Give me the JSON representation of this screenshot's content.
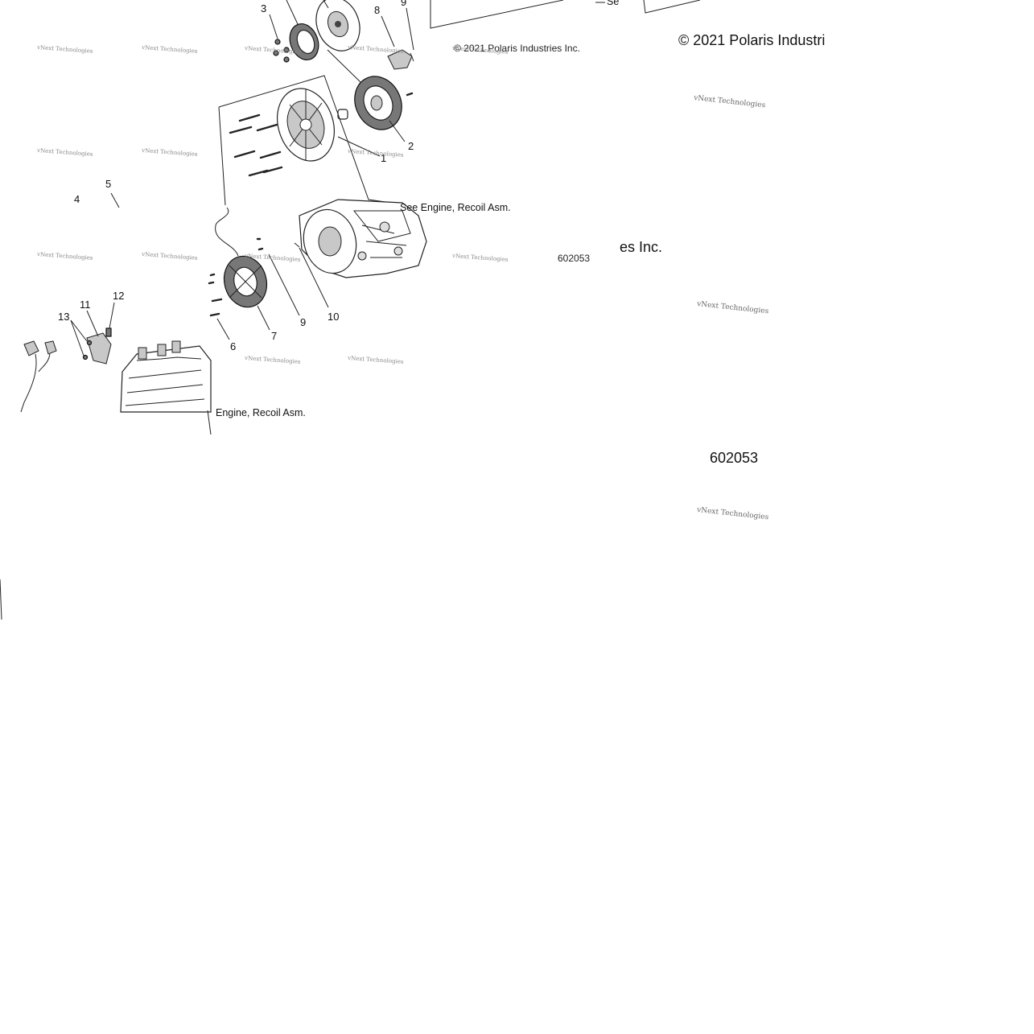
{
  "callouts": {
    "c1": "1",
    "c2": "2",
    "c3": "3",
    "c4": "4",
    "c5": "5",
    "c6": "6",
    "c7": "7",
    "c8": "8",
    "c9_top": "9",
    "c9_mid": "9",
    "c10": "10",
    "c11": "11",
    "c12": "12",
    "c13": "13"
  },
  "notes": {
    "see_engine_mid": "See Engine, Recoil Asm.",
    "see_engine_low": "Engine, Recoil Asm.",
    "see_top_fragment": "Se"
  },
  "copyright": {
    "small": "© 2021 Polaris Industries Inc.",
    "large_top": "© 2021 Polaris Industri",
    "large_mid_fragment": "es Inc."
  },
  "diagram_number": {
    "small": "602053",
    "large": "602053"
  },
  "watermark": {
    "text": "vNext Technologies"
  }
}
